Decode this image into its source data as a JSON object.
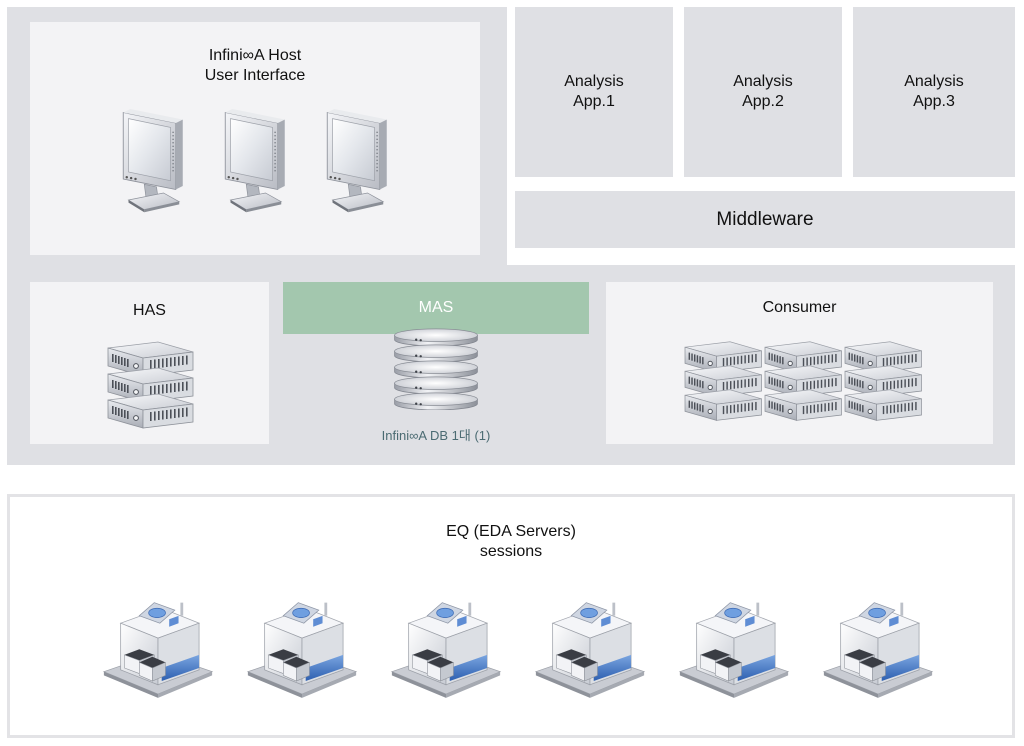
{
  "host_ui": {
    "title_line1": "Infini∞A Host",
    "title_line2": "User Interface"
  },
  "apps": [
    {
      "line1": "Analysis",
      "line2": "App.1"
    },
    {
      "line1": "Analysis",
      "line2": "App.2"
    },
    {
      "line1": "Analysis",
      "line2": "App.3"
    }
  ],
  "middleware": {
    "label": "Middleware"
  },
  "has": {
    "label": "HAS"
  },
  "mas": {
    "label": "MAS",
    "db_caption": "Infini∞A DB 1대 (1)"
  },
  "consumer": {
    "label": "Consumer"
  },
  "eq": {
    "title_line1": "EQ (EDA Servers)",
    "title_line2": "sessions"
  },
  "colors": {
    "frame": "#dfe0e4",
    "panel": "#f3f3f5",
    "mas_bar": "#a3c7ae",
    "caption": "#4b6b72"
  }
}
